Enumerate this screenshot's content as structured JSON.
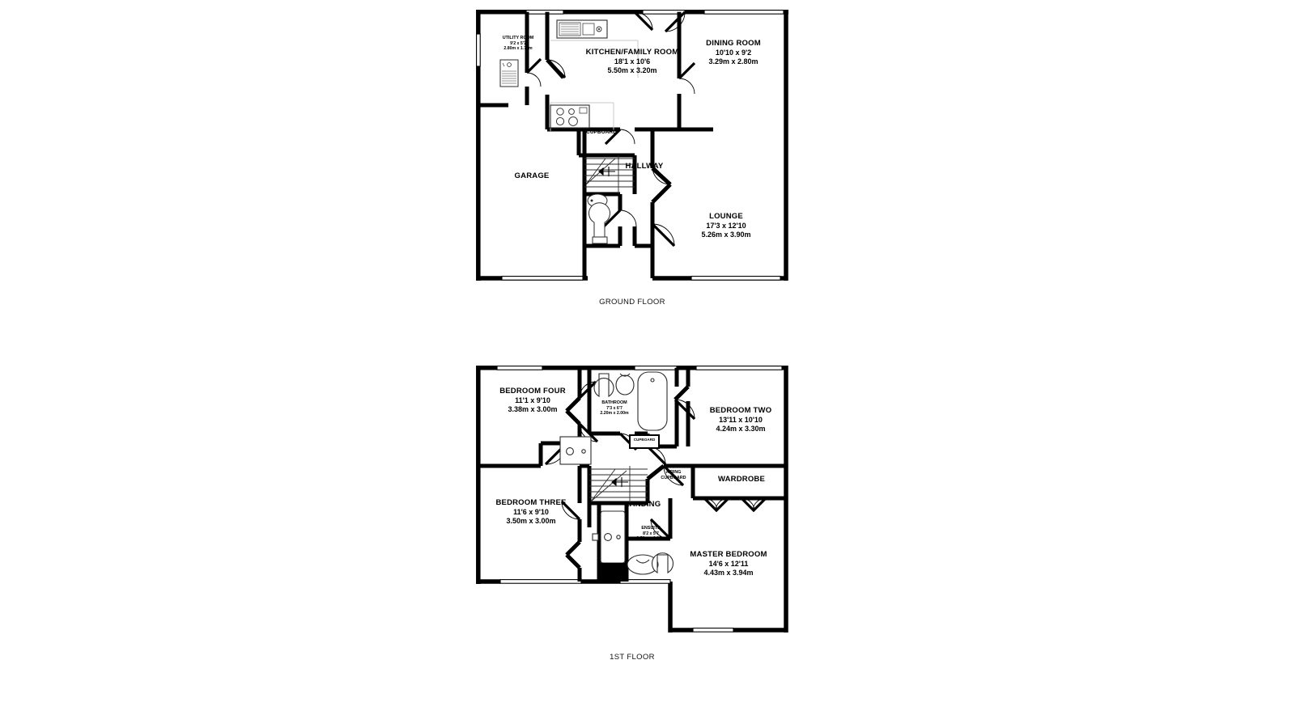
{
  "document": {
    "type": "property-floorplan",
    "background_color": "#ffffff",
    "line_color": "#000000",
    "fixture_line_color": "#3a3a3a"
  },
  "floors": [
    {
      "id": "ground",
      "caption": "GROUND FLOOR",
      "rooms": [
        {
          "id": "utility",
          "name": "UTILITY ROOM",
          "imperial": "9'2 x 5'7",
          "metric": "2.80m x 1.70m",
          "size": "tiny"
        },
        {
          "id": "kitchen",
          "name": "KITCHEN/FAMILY ROOM",
          "imperial": "18'1 x 10'6",
          "metric": "5.50m x 3.20m",
          "size": "mid"
        },
        {
          "id": "dining",
          "name": "DINING ROOM",
          "imperial": "10'10 x 9'2",
          "metric": "3.29m x 2.80m",
          "size": "mid"
        },
        {
          "id": "cupboard",
          "name": "CUPBOARD",
          "imperial": "",
          "metric": "",
          "size": "small"
        },
        {
          "id": "hallway",
          "name": "HALLWAY",
          "imperial": "",
          "metric": "",
          "size": "mid"
        },
        {
          "id": "garage",
          "name": "GARAGE",
          "imperial": "",
          "metric": "",
          "size": "mid"
        },
        {
          "id": "lounge",
          "name": "LOUNGE",
          "imperial": "17'3 x 12'10",
          "metric": "5.26m x 3.90m",
          "size": "mid"
        }
      ]
    },
    {
      "id": "first",
      "caption": "1ST FLOOR",
      "rooms": [
        {
          "id": "bed4",
          "name": "BEDROOM FOUR",
          "imperial": "11'1 x 9'10",
          "metric": "3.38m x 3.00m",
          "size": "mid"
        },
        {
          "id": "bathroom",
          "name": "BATHROOM",
          "imperial": "7'3 x 6'7",
          "metric": "2.20m x 2.00m",
          "size": "tiny"
        },
        {
          "id": "bed2",
          "name": "BEDROOM TWO",
          "imperial": "13'11 x 10'10",
          "metric": "4.24m x 3.30m",
          "size": "mid"
        },
        {
          "id": "cupboard2",
          "name": "CUPBOARD",
          "imperial": "",
          "metric": "",
          "size": "micro"
        },
        {
          "id": "airing",
          "name": "AIRING",
          "imperial": "",
          "metric": "",
          "size": "tiny"
        },
        {
          "id": "airing2",
          "name": "CUPBOARD",
          "imperial": "",
          "metric": "",
          "size": "tiny"
        },
        {
          "id": "wardrobe",
          "name": "WARDROBE",
          "imperial": "",
          "metric": "",
          "size": "mid"
        },
        {
          "id": "bed3",
          "name": "BEDROOM THREE",
          "imperial": "11'6 x 9'10",
          "metric": "3.50m x 3.00m",
          "size": "mid"
        },
        {
          "id": "landing",
          "name": "LANDING",
          "imperial": "",
          "metric": "",
          "size": "mid"
        },
        {
          "id": "ensuite",
          "name": "ENSUITE",
          "imperial": "8'2 x 5'7",
          "metric": "2.50m x 1.69m",
          "size": "tiny"
        },
        {
          "id": "master",
          "name": "MASTER BEDROOM",
          "imperial": "14'6 x 12'11",
          "metric": "4.43m x 3.94m",
          "size": "mid"
        }
      ]
    }
  ]
}
